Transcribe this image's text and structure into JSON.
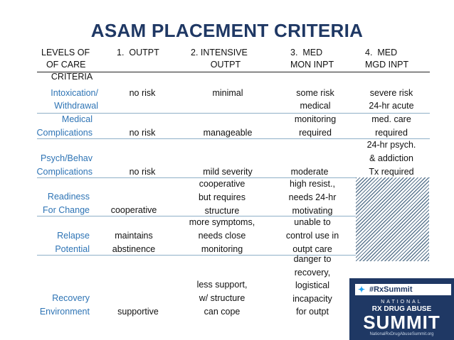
{
  "title": "ASAM PLACEMENT CRITERIA",
  "headers": [
    "LEVELS OF\n  OF CARE\n    CRITERIA",
    "1.  OUTPT",
    "2. INTENSIVE\n        OUTPT",
    "3.  MED\nMON INPT",
    "4.  MED\nMGD INPT"
  ],
  "rows": [
    {
      "label": "Intoxication/\nWithdrawal",
      "cells": [
        "no risk",
        "minimal",
        "some risk\nmedical",
        "severe risk\n24-hr acute"
      ]
    },
    {
      "label": "Medical\nComplications",
      "cells": [
        "no risk",
        "manageable",
        "monitoring\nrequired",
        "med. care\nrequired"
      ]
    },
    {
      "label": "Psych/Behav\nComplications",
      "cells": [
        "no risk",
        "mild severity",
        "moderate",
        "24-hr psych.\n& addiction\nTx required"
      ]
    },
    {
      "label": "Readiness\nFor Change",
      "cells": [
        "cooperative",
        "cooperative\nbut requires\nstructure",
        "high resist.,\nneeds 24-hr\nmotivating",
        ""
      ]
    },
    {
      "label": "Relapse\nPotential",
      "cells": [
        "maintains\nabstinence",
        "more symptoms,\nneeds close\nmonitoring",
        "unable to\ncontrol use in\noutpt care",
        ""
      ]
    },
    {
      "label": "Recovery\nEnvironment",
      "cells": [
        "supportive",
        "less support,\nw/ structure\ncan cope",
        "danger to\nrecovery,\nlogistical\nincapacity\nfor outpt",
        ""
      ]
    }
  ],
  "logo": {
    "hashtag": "#RxSummit",
    "national": "NATIONAL",
    "rx": "RX DRUG ABUSE",
    "summit": "SUMMIT",
    "url": "NationalRxDrugAbuseSummit.org"
  }
}
